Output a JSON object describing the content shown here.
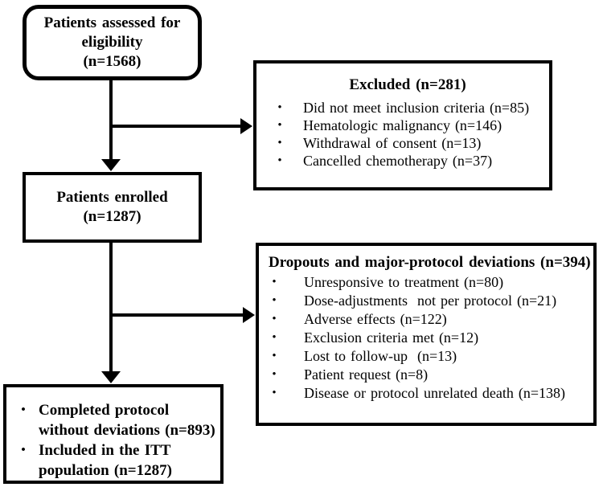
{
  "diagram": {
    "bullet": "•",
    "assessed": {
      "text": "Patients assessed for\neligibility\n(n=1568)"
    },
    "excluded": {
      "title": "Excluded (n=281)",
      "items": [
        "Did not meet inclusion criteria (n=85)",
        "Hematologic malignancy (n=146)",
        "Withdrawal of consent (n=13)",
        "Cancelled chemotherapy (n=37)"
      ]
    },
    "enrolled": {
      "text": "Patients enrolled\n(n=1287)"
    },
    "dropouts": {
      "title": "Dropouts and major-protocol deviations (n=394)",
      "items": [
        "Unresponsive to treatment (n=80)",
        "Dose-adjustments  not per protocol (n=21)",
        "Adverse effects (n=122)",
        "Exclusion criteria met (n=12)",
        "Lost to follow-up  (n=13)",
        "Patient request (n=8)",
        "Disease or protocol unrelated death (n=138)"
      ]
    },
    "completed": {
      "items": [
        "Completed protocol\nwithout deviations (n=893)",
        "Included in the ITT\npopulation (n=1287)"
      ]
    },
    "colors": {
      "line": "#000000",
      "background": "#ffffff",
      "text": "#000000"
    }
  }
}
